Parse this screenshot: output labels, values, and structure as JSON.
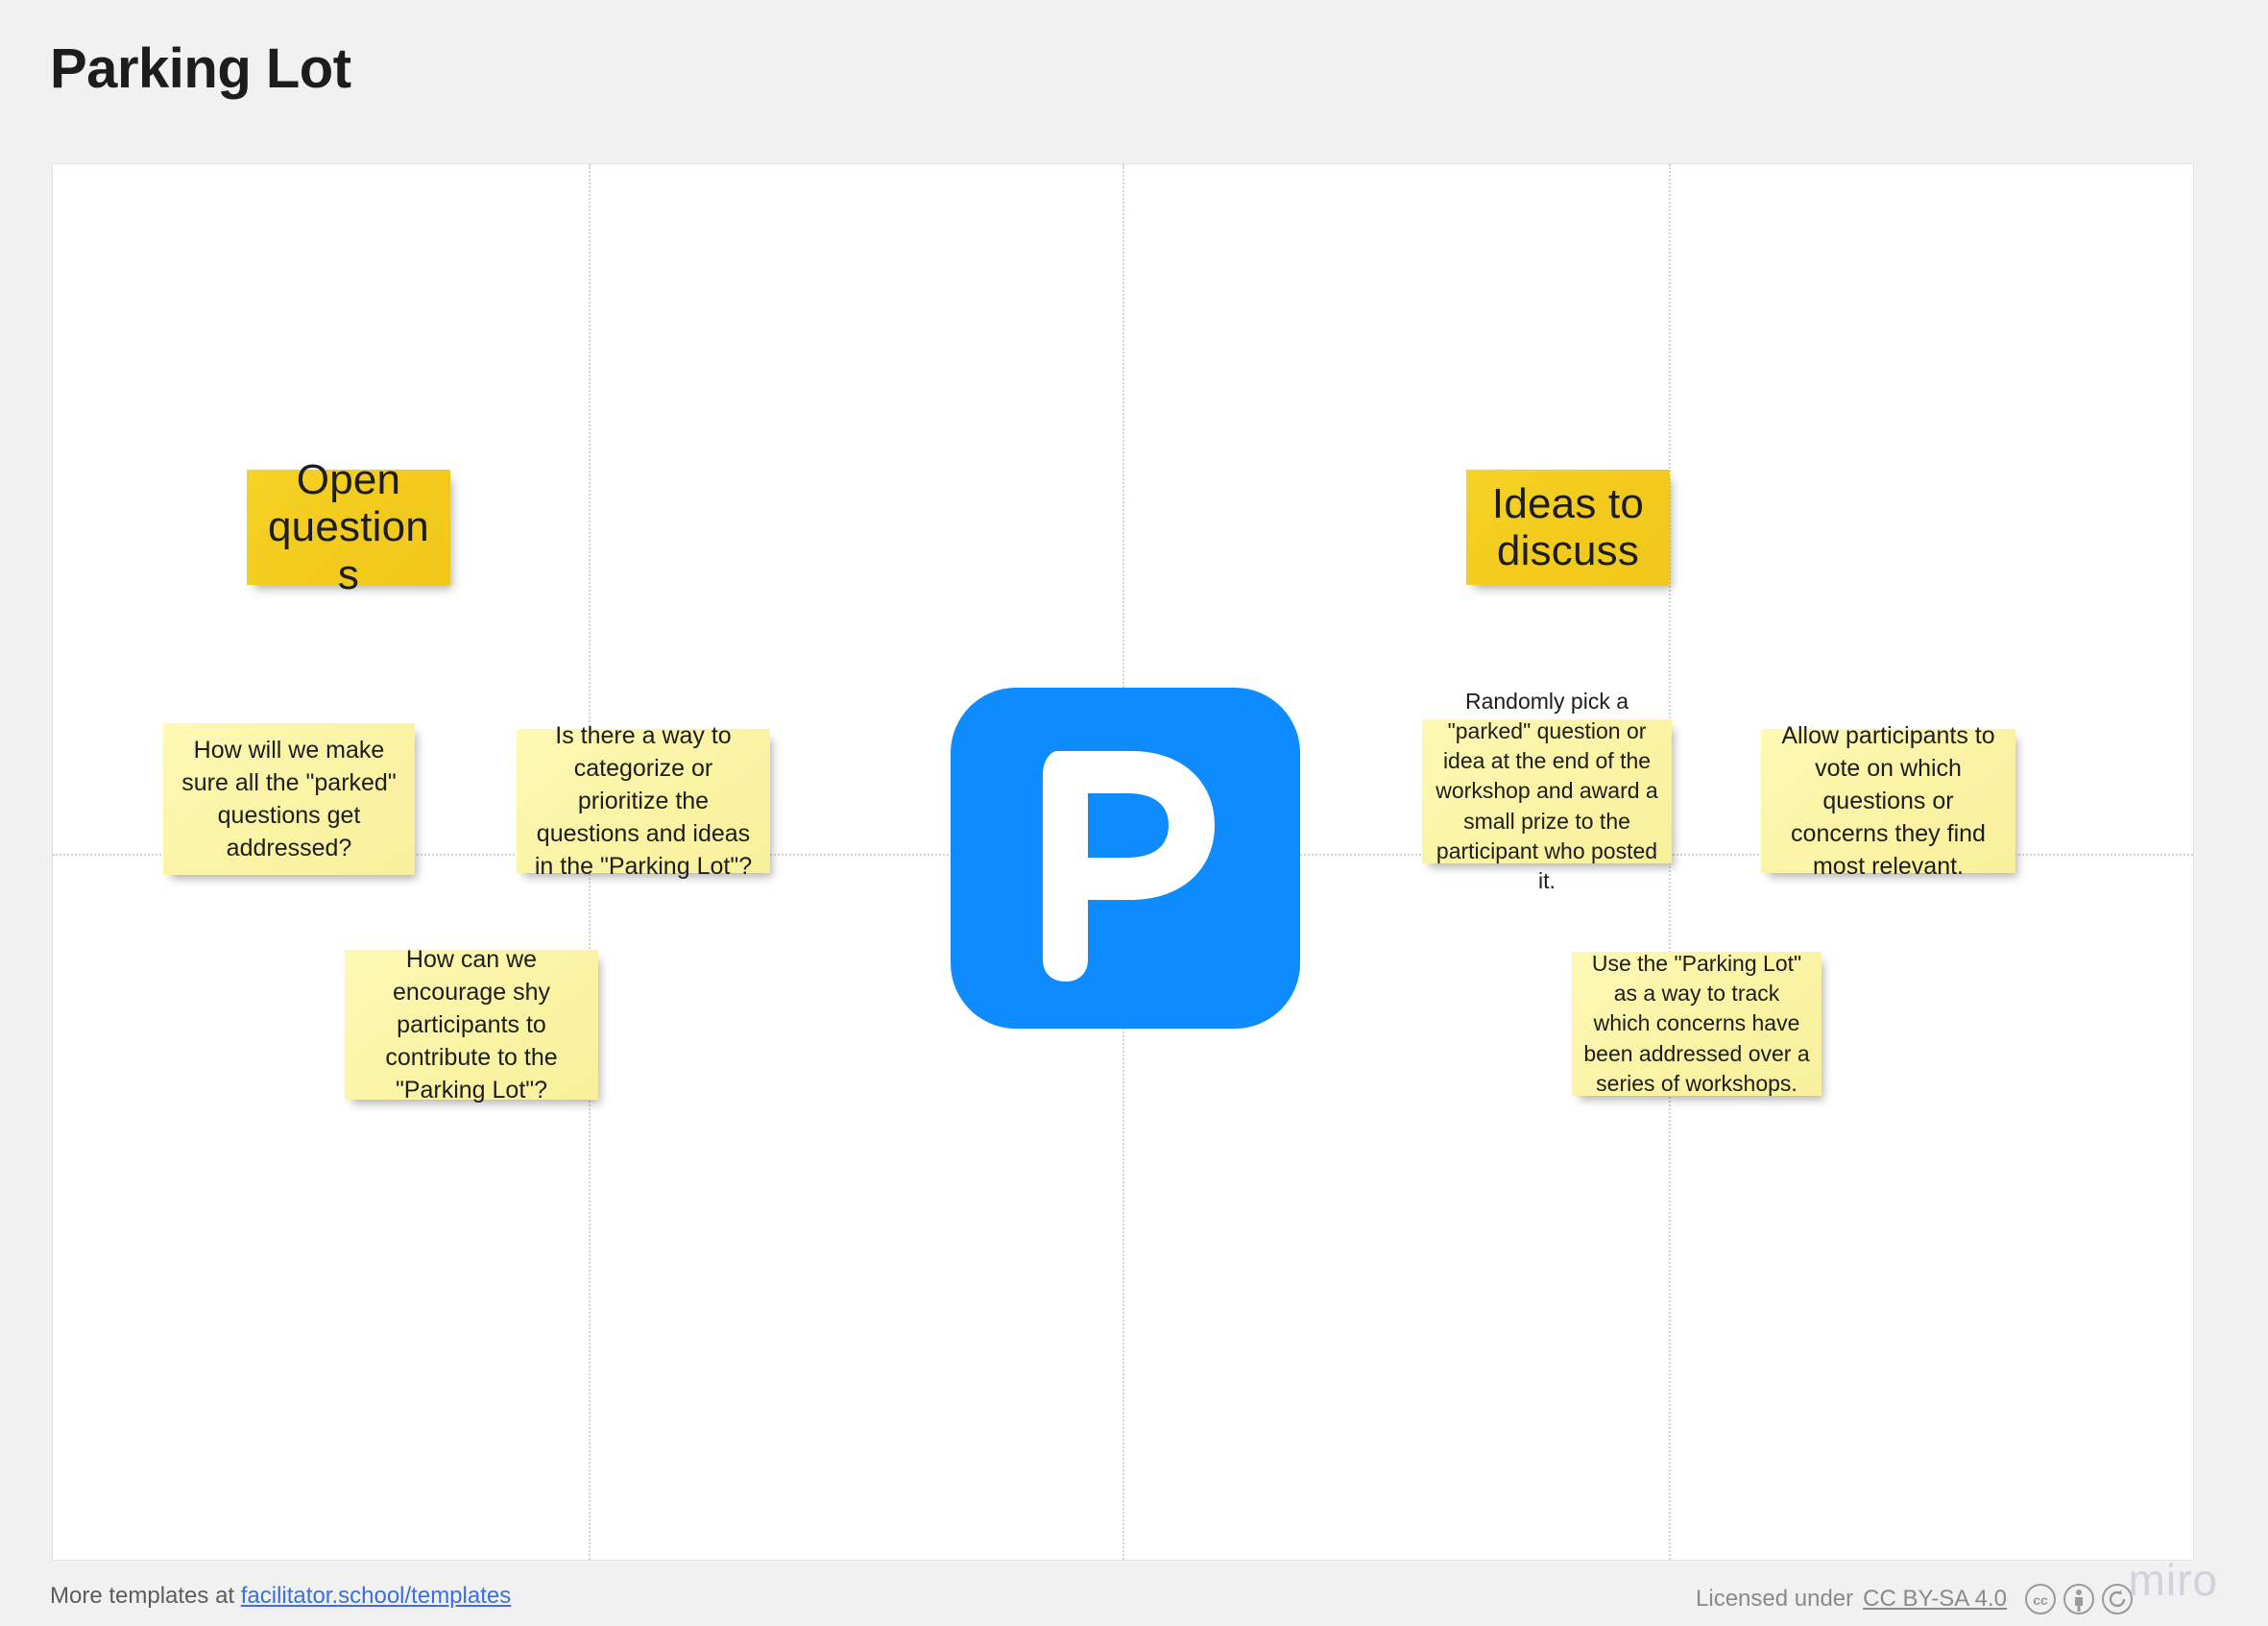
{
  "page": {
    "title": "Parking Lot",
    "background_color": "#f1f1f1",
    "canvas_color": "#ffffff"
  },
  "canvas": {
    "grid": {
      "color": "#d2d2d2",
      "style": "dotted",
      "vertical_lines_x": [
        558,
        1114,
        1683
      ],
      "horizontal_lines_y": [
        718
      ]
    },
    "center_logo": {
      "icon": "parking-emoji",
      "letter": "P",
      "background_color": "#0d8bff",
      "letter_color": "#ffffff"
    },
    "columns": [
      {
        "id": "open-questions",
        "header": {
          "label": "Open\nquestions",
          "color": "#f2cb1d"
        },
        "notes": [
          {
            "text": "How will we make sure all the \"parked\" questions get addressed?",
            "color": "#faf3a3"
          },
          {
            "text": "Is there a way to categorize or prioritize the questions and ideas in the \"Parking Lot\"?",
            "color": "#faf3a3"
          },
          {
            "text": "How can we encourage shy participants to contribute to the \"Parking Lot\"?",
            "color": "#faf3a3"
          }
        ]
      },
      {
        "id": "ideas-to-discuss",
        "header": {
          "label": "Ideas to\ndiscuss",
          "color": "#f2cb1d"
        },
        "notes": [
          {
            "text": "Randomly pick a \"parked\" question or idea at the end of the workshop and award a small prize to the participant who posted it.",
            "color": "#faf3a3"
          },
          {
            "text": "Allow participants to vote on which questions or concerns they find most relevant.",
            "color": "#faf3a3"
          },
          {
            "text": "Use the \"Parking Lot\" as a way to track which concerns have been addressed over a series of workshops.",
            "color": "#faf3a3"
          }
        ]
      }
    ]
  },
  "footer": {
    "left_prefix": "More templates at ",
    "left_link": "facilitator.school/templates",
    "license_prefix": "Licensed under ",
    "license_link": "CC BY-SA 4.0",
    "watermark": "miro",
    "cc_icons": [
      "cc-icon",
      "by-icon",
      "sa-icon"
    ]
  }
}
